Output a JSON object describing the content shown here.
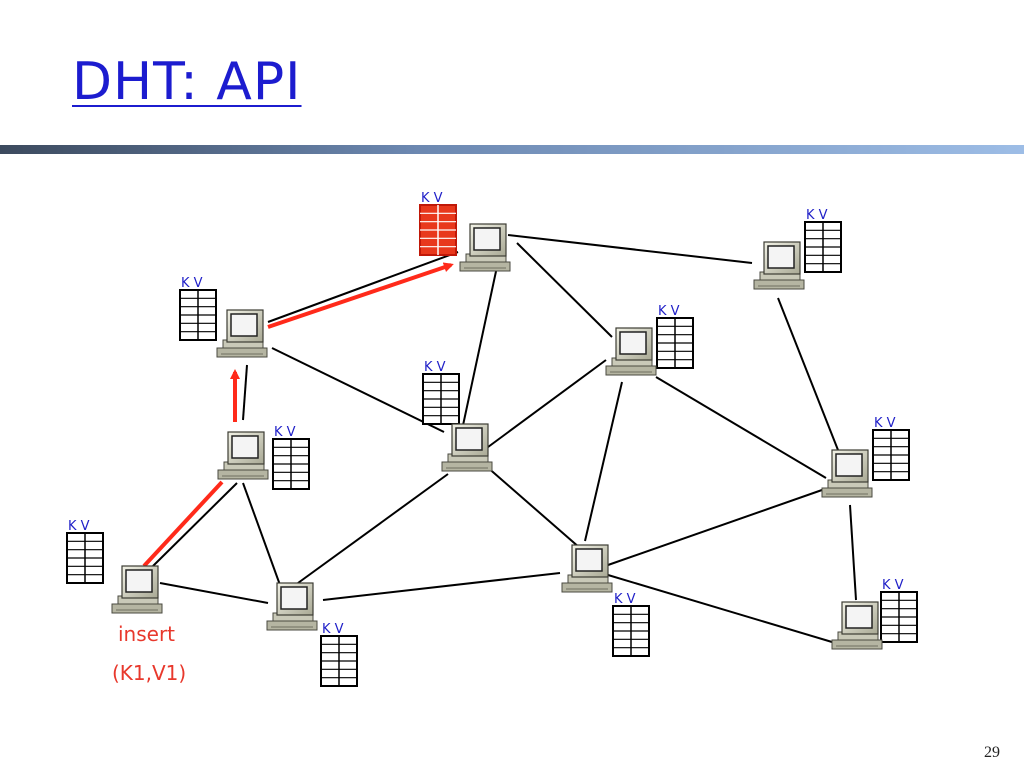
{
  "slide": {
    "title": "DHT: API",
    "page_number": "29"
  },
  "diagram": {
    "table_header": "K V",
    "insert_label_line1": "insert",
    "insert_label_line2": "(K1,V1)",
    "colors": {
      "title": "#1c1ccf",
      "edge": "#000000",
      "arrow": "#ff2a1a",
      "label": "#e8382c",
      "kv_header": "#2020c8",
      "highlight_table": "#e8381c"
    },
    "nodes": [
      {
        "id": "n-top",
        "table": "highlight"
      },
      {
        "id": "n-topright",
        "table": "normal"
      },
      {
        "id": "n-upperleft",
        "table": "normal"
      },
      {
        "id": "n-midleft",
        "table": "normal"
      },
      {
        "id": "n-center",
        "table": "normal"
      },
      {
        "id": "n-midright",
        "table": "normal"
      },
      {
        "id": "n-right",
        "table": "normal"
      },
      {
        "id": "n-bottomleft",
        "table": "normal"
      },
      {
        "id": "n-lowerleft",
        "table": "normal"
      },
      {
        "id": "n-lowercenter",
        "table": "normal"
      },
      {
        "id": "n-bottomright",
        "table": "normal"
      }
    ]
  }
}
